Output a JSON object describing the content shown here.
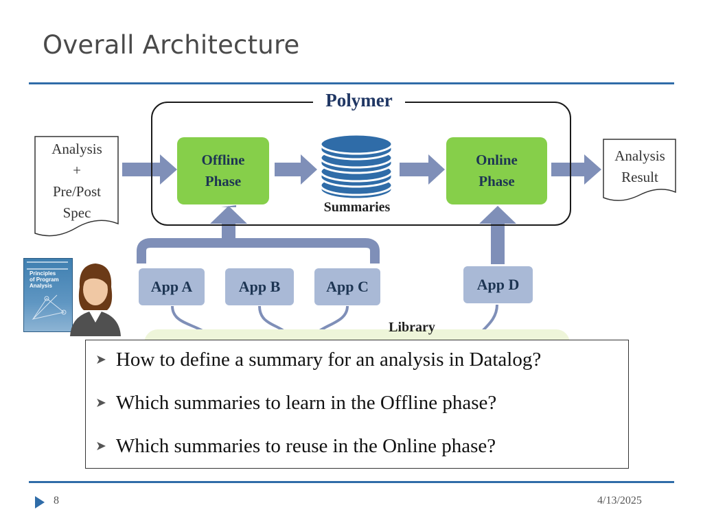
{
  "slide": {
    "title": "Overall Architecture",
    "page_number": "8",
    "date": "4/13/2025"
  },
  "diagram": {
    "polymer_label": "Polymer",
    "input_doc": [
      "Analysis",
      "+",
      "Pre/Post",
      "Spec"
    ],
    "offline_phase": [
      "Offline",
      "Phase"
    ],
    "online_phase": [
      "Online",
      "Phase"
    ],
    "summaries_label": "Summaries",
    "output_doc": [
      "Analysis",
      "Result"
    ],
    "apps": [
      "App A",
      "App B",
      "App C",
      "App D"
    ],
    "library_label": "Library",
    "book_cover": [
      "Principles",
      "of Program",
      "Analysis"
    ]
  },
  "callout": {
    "bullets": [
      "How to define a summary for an analysis in Datalog?",
      "Which summaries to learn in the Offline phase?",
      "Which summaries to reuse in the Online phase?"
    ]
  },
  "colors": {
    "rule": "#2f6ca8",
    "phase_green": "#86cf4a",
    "app_blue": "#a9b9d6",
    "arrow": "#7f8fb8",
    "database": "#2f6ca8",
    "title_text": "#4a4a4a"
  }
}
